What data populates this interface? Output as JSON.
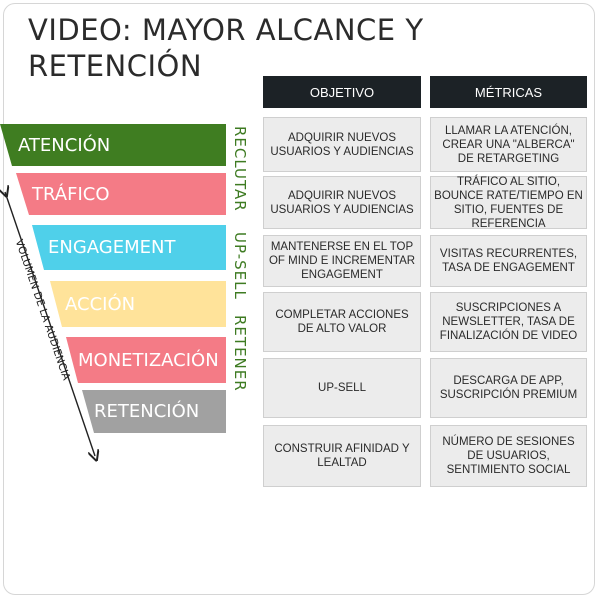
{
  "title": [
    "VIDEO: MAYOR ALCANCE Y",
    "RETENCIÓN"
  ],
  "headers": {
    "objective": "OBJETIVO",
    "metrics": "MÉTRICAS"
  },
  "funnel": [
    {
      "label": "ATENCIÓN",
      "color": "#3f7d21"
    },
    {
      "label": "TRÁFICO",
      "color": "#f47b86"
    },
    {
      "label": "ENGAGEMENT",
      "color": "#4fd0ea"
    },
    {
      "label": "ACCIÓN",
      "color": "#ffe39a"
    },
    {
      "label": "MONETIZACIÓN",
      "color": "#f47b86"
    },
    {
      "label": "RETENCIÓN",
      "color": "#a1a1a1"
    }
  ],
  "side_labels": [
    "RECLUTAR",
    "UP-SELL",
    "RETENER"
  ],
  "axis_label": "VOLUMEN DE LA AUDIENCIA",
  "rows": [
    {
      "objective": "ADQUIRIR NUEVOS USUARIOS Y AUDIENCIAS",
      "metrics": "LLAMAR LA ATENCIÓN, CREAR UNA \"ALBERCA\" DE RETARGETING"
    },
    {
      "objective": "ADQUIRIR NUEVOS USUARIOS Y AUDIENCIAS",
      "metrics": "TRÁFICO AL SITIO, BOUNCE RATE/TIEMPO EN SITIO, FUENTES DE REFERENCIA"
    },
    {
      "objective": "MANTENERSE EN EL TOP OF MIND E INCREMENTAR ENGAGEMENT",
      "metrics": "VISITAS RECURRENTES, TASA DE ENGAGEMENT"
    },
    {
      "objective": "COMPLETAR ACCIONES DE ALTO VALOR",
      "metrics": "SUSCRIPCIONES A NEWSLETTER, TASA DE FINALIZACIÓN DE VIDEO"
    },
    {
      "objective": "UP-SELL",
      "metrics": "DESCARGA DE APP, SUSCRIPCIÓN PREMIUM"
    },
    {
      "objective": "CONSTRUIR AFINIDAD Y LEALTAD",
      "metrics": "NÚMERO DE SESIONES DE USUARIOS, SENTIMIENTO SOCIAL"
    }
  ]
}
